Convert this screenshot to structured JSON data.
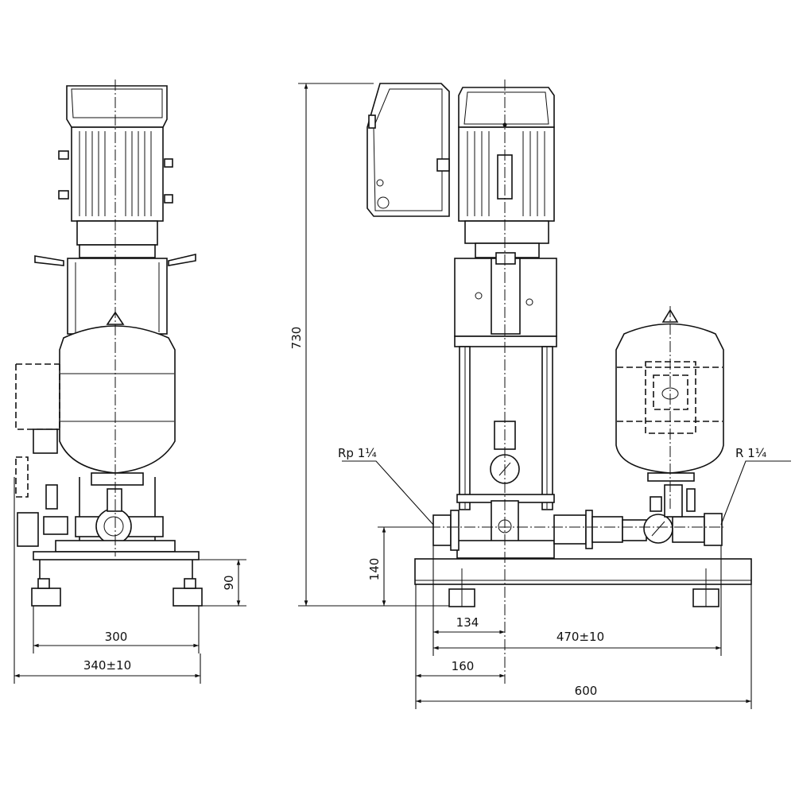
{
  "title": "Pressure booster system dimension drawing",
  "dimensions": {
    "height_total": "730",
    "pipe_height": "140",
    "base_height": "90",
    "foot_spacing": "300",
    "width_side": "340±10",
    "inlet_to_axis": "134",
    "inlet_to_outlet": "470±10",
    "base_to_axis": "160",
    "base_length": "600"
  },
  "connections": {
    "inlet": "Rp 1¼",
    "outlet": "R 1¼"
  },
  "colors": {
    "line": "#111111",
    "background": "#ffffff"
  }
}
